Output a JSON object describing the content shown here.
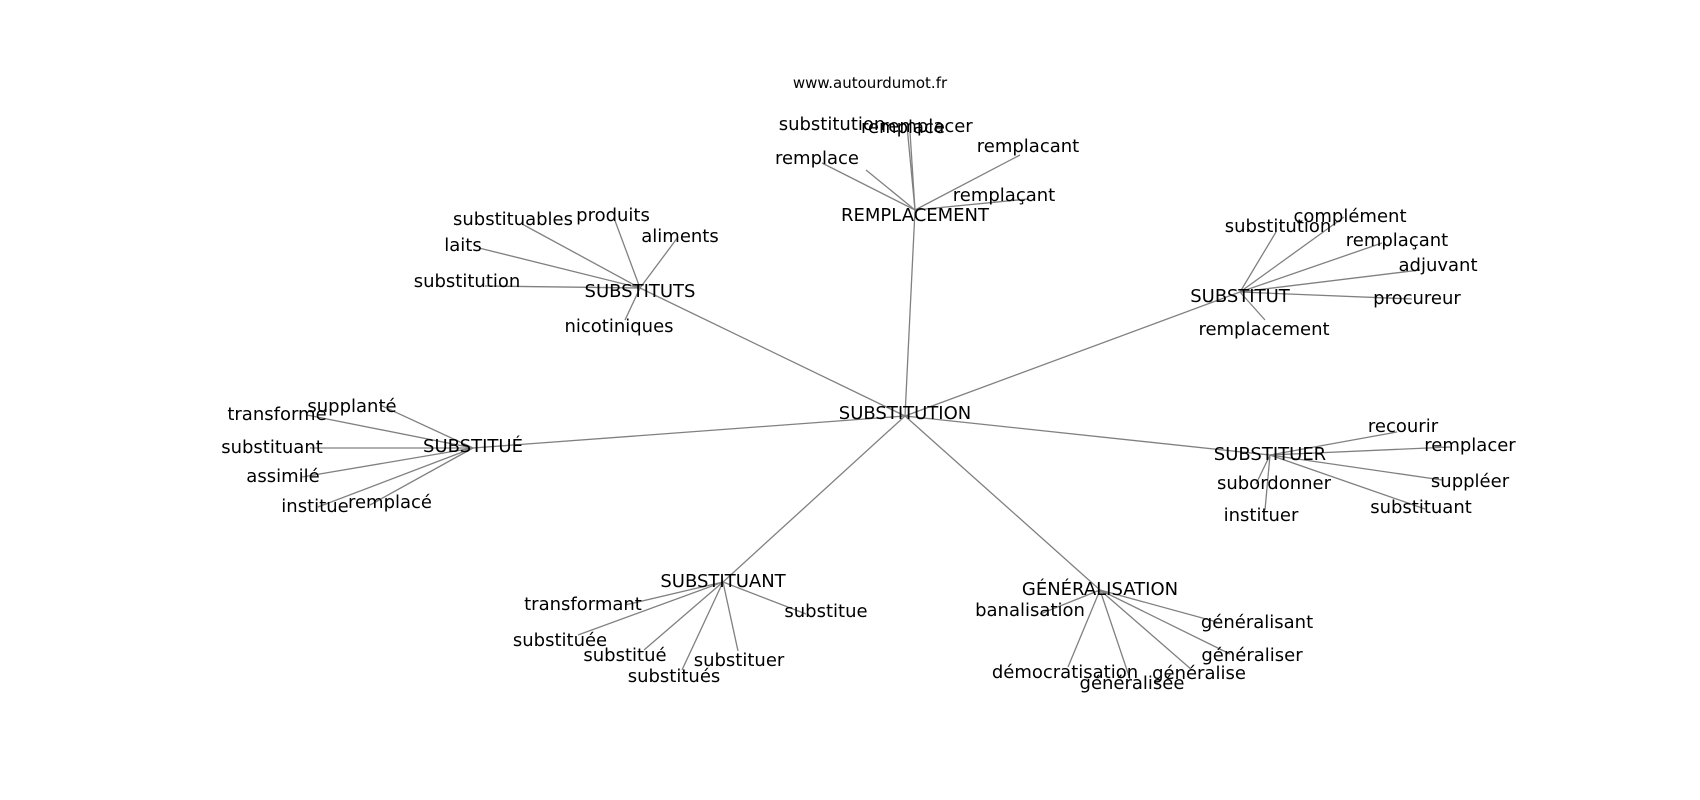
{
  "source": "www.autourdumot.fr",
  "center": "SUBSTITUTION",
  "clusters": [
    {
      "label": "REMPLACEMENT",
      "leaves": [
        "substitution",
        "remplace",
        "remplacer",
        "remplacant",
        "remplace",
        "remplaçant"
      ]
    },
    {
      "label": "SUBSTITUTS",
      "leaves": [
        "substituables",
        "produits",
        "aliments",
        "laits",
        "substitution",
        "nicotiniques"
      ]
    },
    {
      "label": "SUBSTITUT",
      "leaves": [
        "substitution",
        "complément",
        "remplaçant",
        "adjuvant",
        "procureur",
        "remplacement"
      ]
    },
    {
      "label": "SUBSTITUÉ",
      "leaves": [
        "transforme",
        "supplanté",
        "substituant",
        "assimilé",
        "institue",
        "remplacé"
      ]
    },
    {
      "label": "SUBSTITUER",
      "leaves": [
        "recourir",
        "remplacer",
        "suppléer",
        "substituant",
        "subordonner",
        "instituer"
      ]
    },
    {
      "label": "SUBSTITUANT",
      "leaves": [
        "transformant",
        "substitue",
        "substituée",
        "substitué",
        "substitués",
        "substituer"
      ]
    },
    {
      "label": "GÉNÉRALISATION",
      "leaves": [
        "banalisation",
        "généralisant",
        "généraliser",
        "démocratisation",
        "généralisée",
        "généralise"
      ]
    }
  ]
}
